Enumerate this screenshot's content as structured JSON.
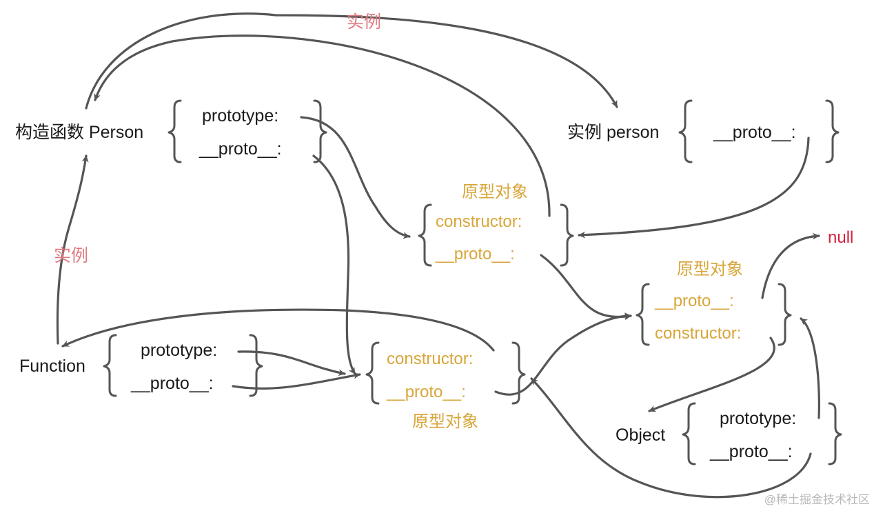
{
  "colors": {
    "line": "#555555",
    "text": "#1a1a1a",
    "prototype_object": "#d8a63a",
    "instance_label": "#e07a80",
    "null": "#d6203c",
    "watermark": "#b9b9b9"
  },
  "nodes": {
    "person_constructor": {
      "title": "构造函数 Person",
      "fields": [
        "prototype:",
        "__proto__:"
      ]
    },
    "person_instance": {
      "title": "实例 person",
      "fields": [
        "__proto__:"
      ]
    },
    "person_prototype": {
      "title": "原型对象",
      "fields": [
        "constructor:",
        "__proto__:"
      ]
    },
    "object_prototype": {
      "title": "原型对象",
      "fields": [
        "__proto__:",
        "constructor:"
      ]
    },
    "function_constructor": {
      "title": "Function",
      "fields": [
        "prototype:",
        "__proto__:"
      ]
    },
    "function_prototype": {
      "title": "原型对象",
      "fields": [
        "constructor:",
        "__proto__:"
      ]
    },
    "object_constructor": {
      "title": "Object",
      "fields": [
        "prototype:",
        "__proto__:"
      ]
    },
    "null_node": {
      "title": "null"
    }
  },
  "edge_labels": {
    "top_instance": "实例",
    "left_instance": "实例"
  },
  "watermark": "@稀土掘金技术社区"
}
